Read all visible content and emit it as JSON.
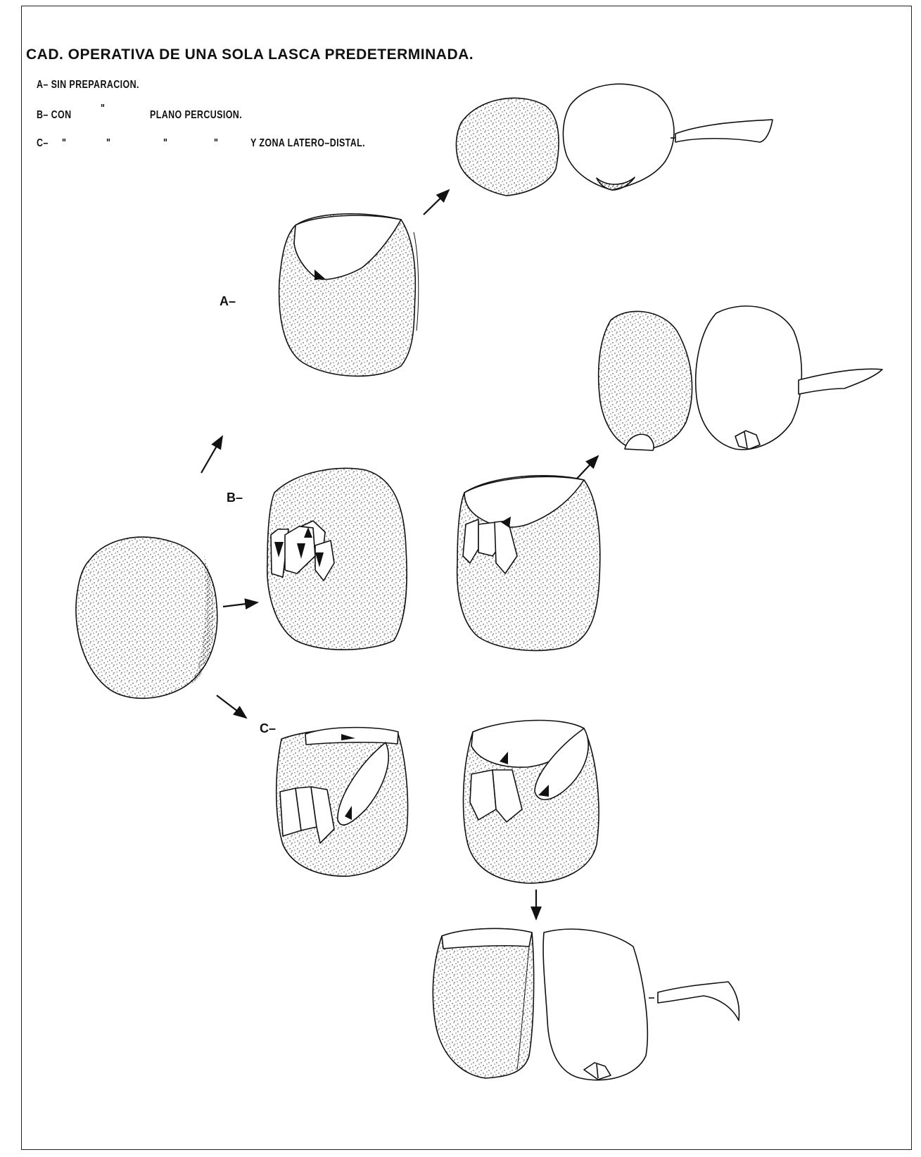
{
  "title": "CAD. OPERATIVA DE UNA SOLA LASCA PREDETERMINADA.",
  "legend": {
    "a_key": "A–",
    "a_text": "SIN PREPARACION.",
    "b_key": "B–",
    "b_con": "CON",
    "b_ditto": "\"",
    "b_text": "PLANO PERCUSION.",
    "c_key": "C–",
    "c_ditto1": "\"",
    "c_ditto2": "\"",
    "c_ditto3": "\"",
    "c_ditto4": "\"",
    "c_text": "Y ZONA LATERO–DISTAL."
  },
  "row_labels": {
    "a": "A–",
    "b": "B–",
    "c": "C–"
  },
  "colors": {
    "ink": "#111111",
    "background": "#ffffff"
  }
}
